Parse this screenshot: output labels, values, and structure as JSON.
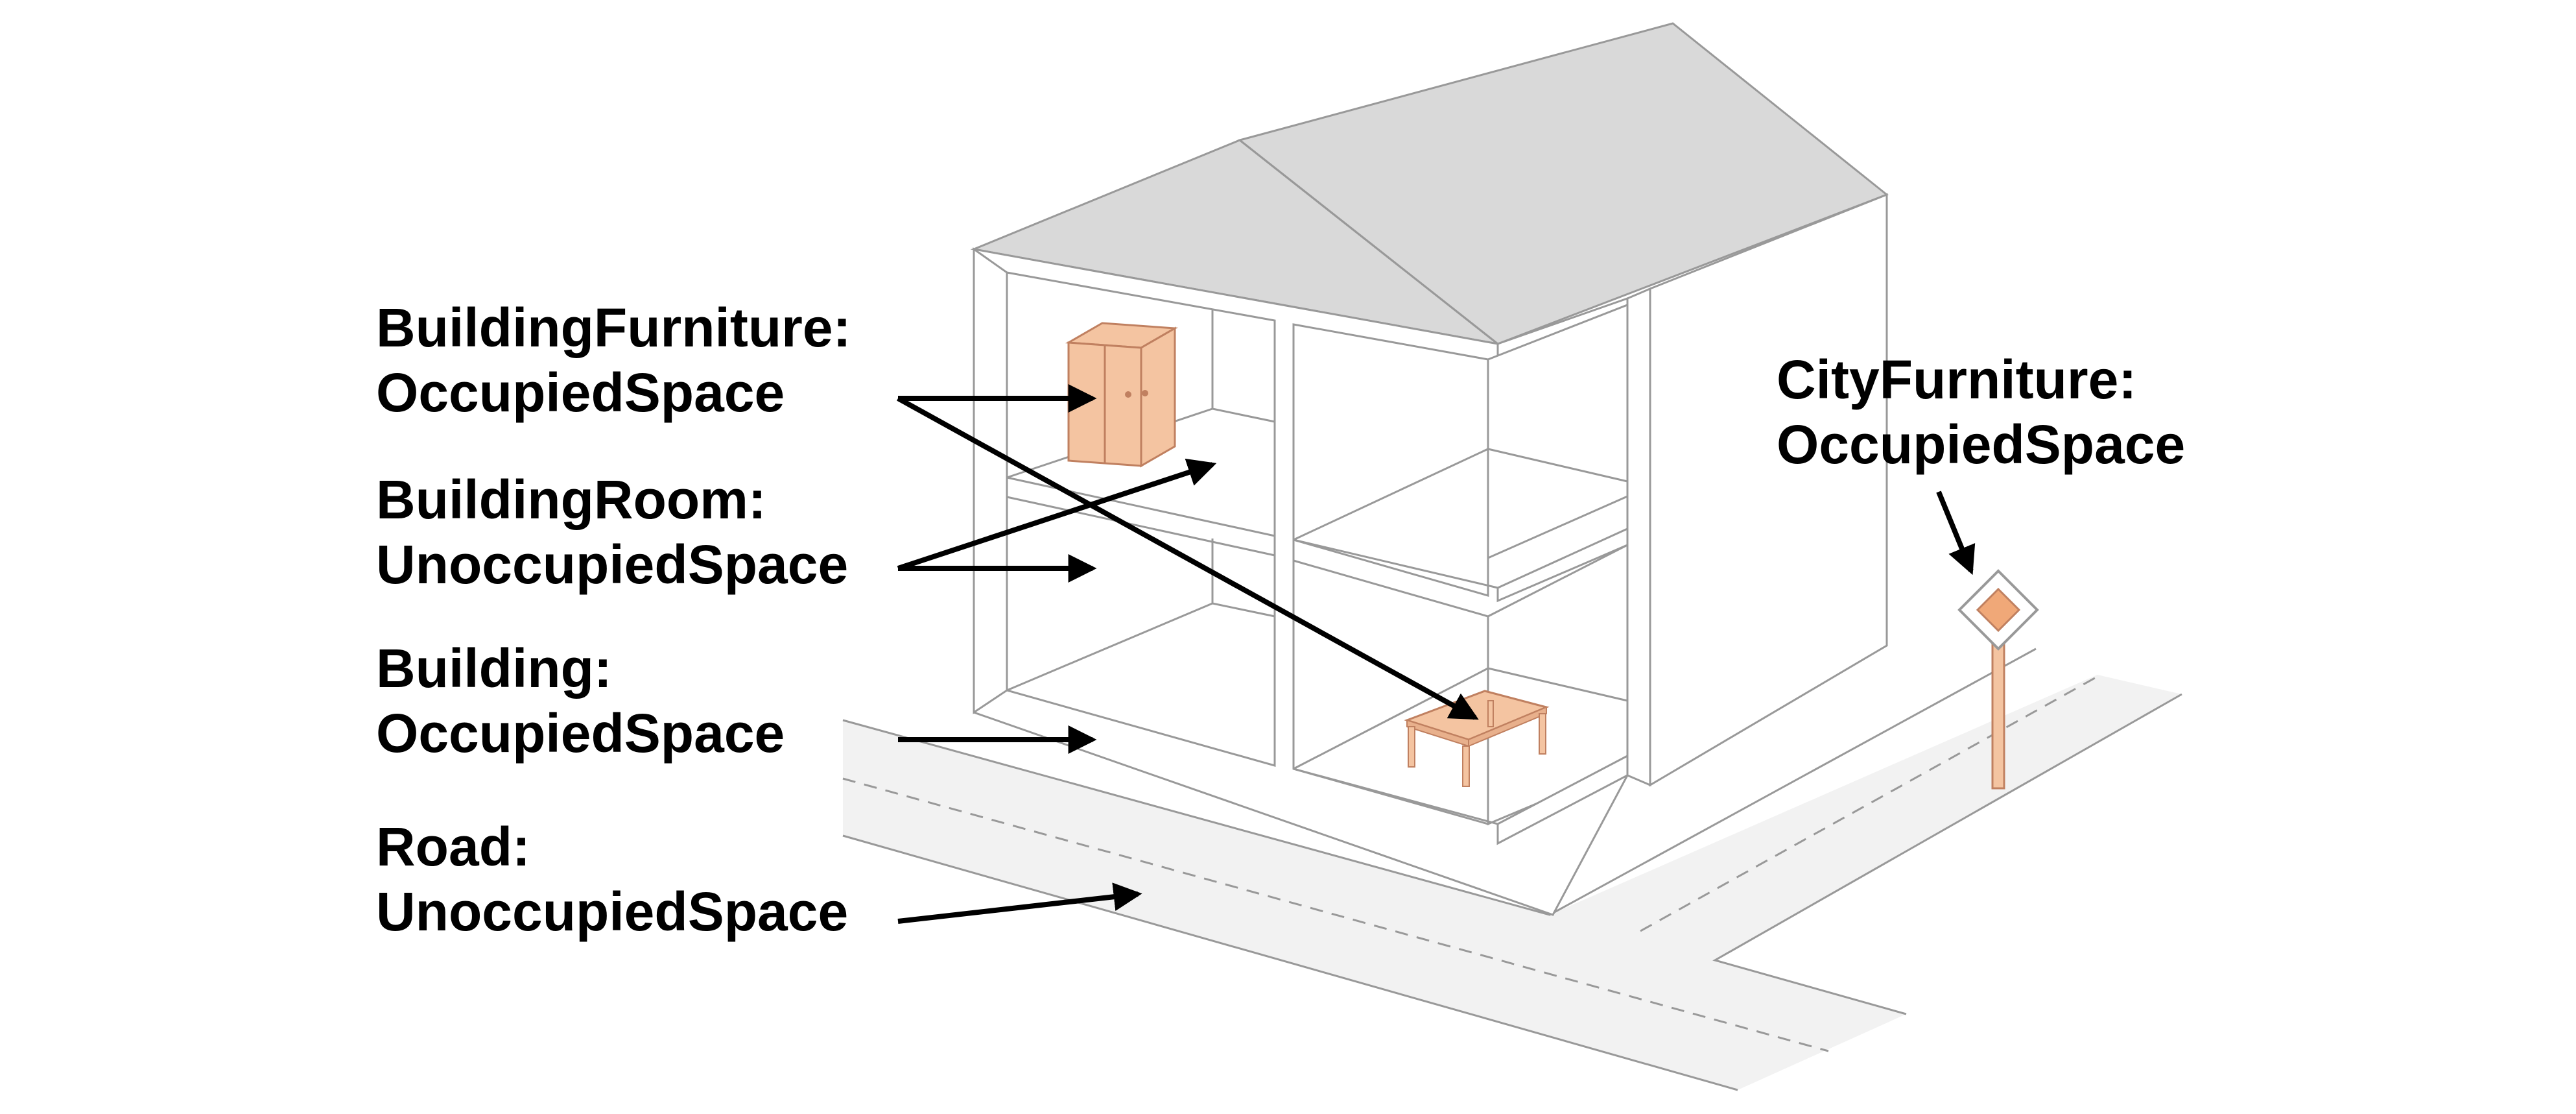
{
  "labels": {
    "building_furniture": {
      "line1": "BuildingFurniture:",
      "line2": "OccupiedSpace"
    },
    "building_room": {
      "line1": "BuildingRoom:",
      "line2": "UnoccupiedSpace"
    },
    "building": {
      "line1": "Building:",
      "line2": "OccupiedSpace"
    },
    "road": {
      "line1": "Road:",
      "line2": "UnoccupiedSpace"
    },
    "city_furniture": {
      "line1": "CityFurniture:",
      "line2": "OccupiedSpace"
    }
  },
  "colors": {
    "outline": "#999999",
    "roof": "#d9d9d9",
    "road": "#f2f2f2",
    "furniture_fill": "#f4c4a1",
    "furniture_edge": "#c08060",
    "sign_fill": "#f0a878",
    "arrow": "#000000",
    "text": "#000000"
  },
  "icons": {
    "wardrobe": "wardrobe-icon",
    "table": "table-icon",
    "road_sign": "road-sign-icon"
  }
}
